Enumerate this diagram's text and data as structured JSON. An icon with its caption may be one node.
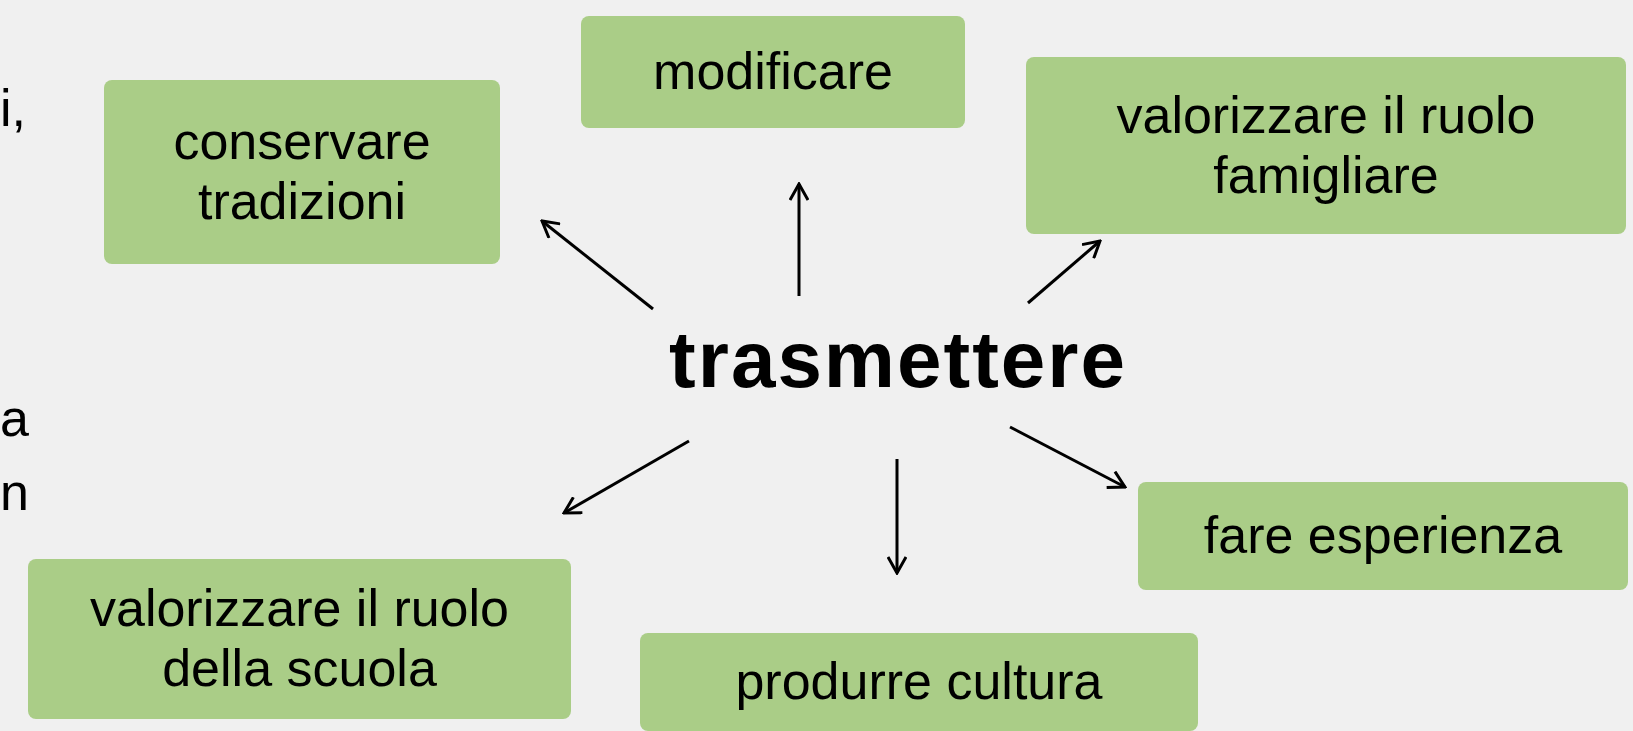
{
  "diagram": {
    "nodes": [
      {
        "text": [
          "conservare tradizioni"
        ]
      },
      {
        "text": [
          "modificare"
        ]
      },
      {
        "text": [
          "valorizzare il ruolo famigliare"
        ]
      },
      {
        "text": [
          "trasmettere"
        ]
      },
      {
        "text": [
          "fare esperienza"
        ]
      },
      {
        "text": [
          "valorizzare il ruolo della scuola"
        ]
      },
      {
        "text": [
          "produrre cultura"
        ]
      }
    ],
    "edges": [
      {
        "from": 3,
        "to": 0,
        "arrow": "to"
      },
      {
        "from": 3,
        "to": 1,
        "arrow": "to"
      },
      {
        "from": 3,
        "to": 2,
        "arrow": "to"
      },
      {
        "from": 3,
        "to": 4,
        "arrow": "to"
      },
      {
        "from": 3,
        "to": 6,
        "arrow": "to"
      },
      {
        "from": 3,
        "to": 5,
        "arrow": "to"
      }
    ],
    "labels": [
      "i,",
      "a",
      "n"
    ]
  }
}
